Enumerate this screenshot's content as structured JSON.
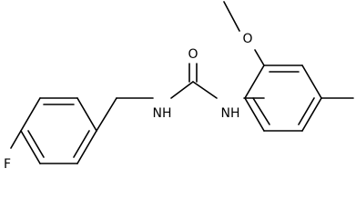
{
  "diagram": {
    "atoms": {
      "fluorine": "F",
      "nh_left": "NH",
      "oxygen_carbonyl": "O",
      "nh_right": "NH",
      "oxygen_methoxy": "O"
    },
    "colors": {
      "bond": "#000000",
      "text": "#000000",
      "background": "#ffffff"
    }
  }
}
